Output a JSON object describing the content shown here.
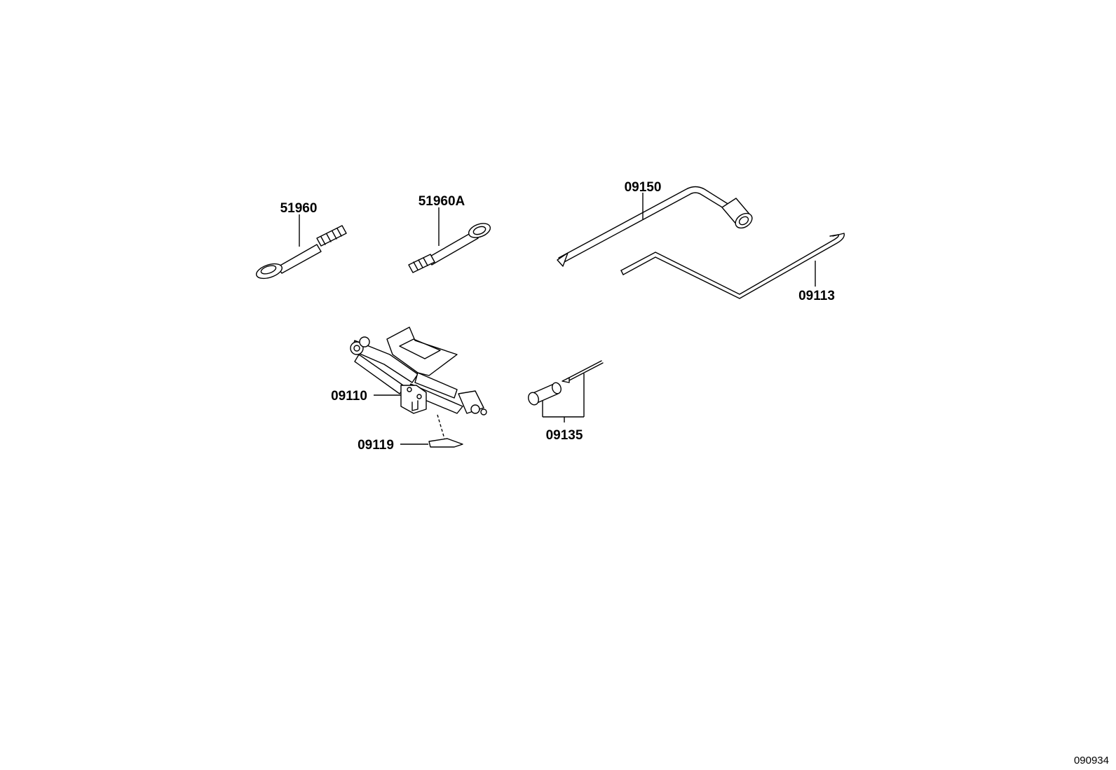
{
  "parts": [
    {
      "id": "51960",
      "label": "51960",
      "name": "wrench"
    },
    {
      "id": "51960A",
      "label": "51960A",
      "name": "wrench"
    },
    {
      "id": "09150",
      "label": "09150",
      "name": "wheel-nut-wrench"
    },
    {
      "id": "09113",
      "label": "09113",
      "name": "jack-handle-rod"
    },
    {
      "id": "09110",
      "label": "09110",
      "name": "scissor-jack"
    },
    {
      "id": "09119",
      "label": "09119",
      "name": "jack-label"
    },
    {
      "id": "09135",
      "label": "09135",
      "name": "tool-set"
    }
  ],
  "diagram_id": "090934",
  "colors": {
    "line": "#000000",
    "background": "#ffffff"
  }
}
